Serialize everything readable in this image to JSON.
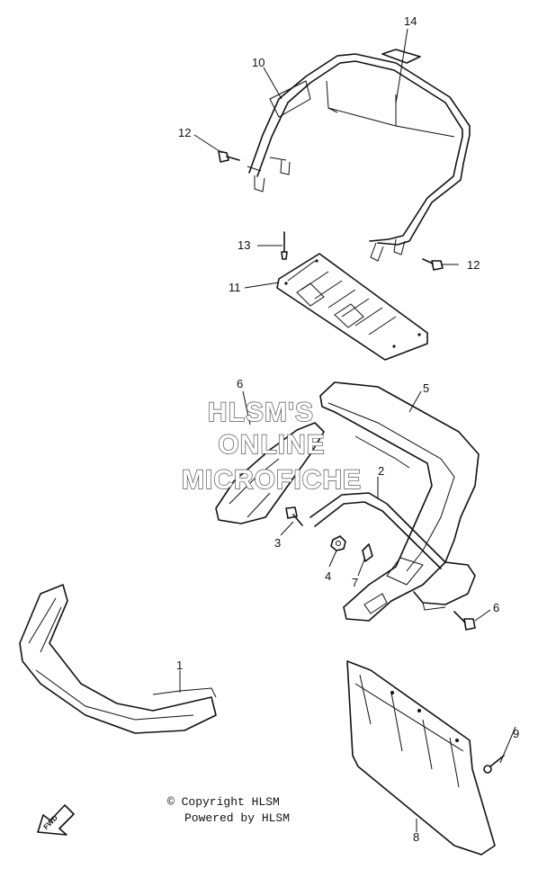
{
  "watermark": {
    "line1": "HLSM'S",
    "line2": "ONLINE",
    "line3": "MICROFICHE"
  },
  "footer": {
    "copyright": "© Copyright HLSM",
    "powered": "Powered by HLSM"
  },
  "fwd_label": "FWD",
  "callouts": {
    "c1": "1",
    "c2": "2",
    "c3": "3",
    "c4": "4",
    "c5": "5",
    "c6a": "6",
    "c6b": "6",
    "c7": "7",
    "c8": "8",
    "c9": "9",
    "c10": "10",
    "c11": "11",
    "c12a": "12",
    "c12b": "12",
    "c13": "13",
    "c14": "14"
  }
}
